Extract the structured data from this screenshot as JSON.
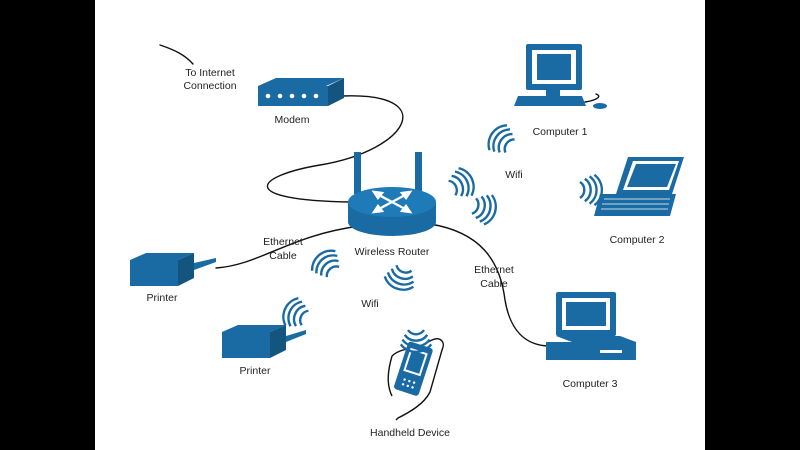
{
  "colors": {
    "device_blue": "#1a6aa3",
    "canvas": "#ffffff",
    "frame": "#000000"
  },
  "labels": {
    "internet_1": "To Internet",
    "internet_2": "Connection",
    "modem": "Modem",
    "computer1": "Computer 1",
    "wifi_top": "Wifi",
    "computer2": "Computer 2",
    "router": "Wireless Router",
    "ethernet_left_1": "Ethernet",
    "ethernet_left_2": "Cable",
    "ethernet_right_1": "Ethernet",
    "ethernet_right_2": "Cable",
    "printer1": "Printer",
    "printer2": "Printer",
    "wifi_bottom": "Wifi",
    "computer3": "Computer 3",
    "handheld": "Handheld Device"
  },
  "icons": [
    "modem-icon",
    "router-icon",
    "desktop-computer-icon",
    "laptop-icon",
    "printer-icon",
    "handheld-device-icon",
    "wifi-signal-icon"
  ]
}
